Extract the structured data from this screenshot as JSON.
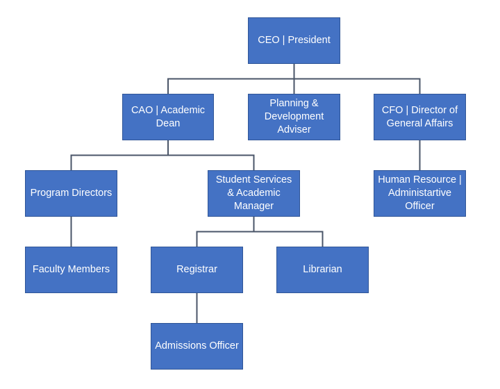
{
  "colors": {
    "box_fill": "#4472c4",
    "box_border": "#2f5597",
    "connector": "#4a5568",
    "text": "#ffffff"
  },
  "nodes": {
    "ceo": "CEO | President",
    "cao": "CAO | Academic Dean",
    "planning": "Planning & Development Adviser",
    "cfo": "CFO | Director of General Affairs",
    "program_directors": "Program Directors",
    "student_services": "Student Services & Academic Manager",
    "hr": "Human Resource | Administartive Officer",
    "faculty": "Faculty Members",
    "registrar": "Registrar",
    "librarian": "Librarian",
    "admissions": "Admissions Officer"
  },
  "edges": [
    [
      "ceo",
      "cao"
    ],
    [
      "ceo",
      "planning"
    ],
    [
      "ceo",
      "cfo"
    ],
    [
      "cao",
      "program_directors"
    ],
    [
      "cao",
      "student_services"
    ],
    [
      "cfo",
      "hr"
    ],
    [
      "program_directors",
      "faculty"
    ],
    [
      "student_services",
      "registrar"
    ],
    [
      "student_services",
      "librarian"
    ],
    [
      "registrar",
      "admissions"
    ]
  ]
}
